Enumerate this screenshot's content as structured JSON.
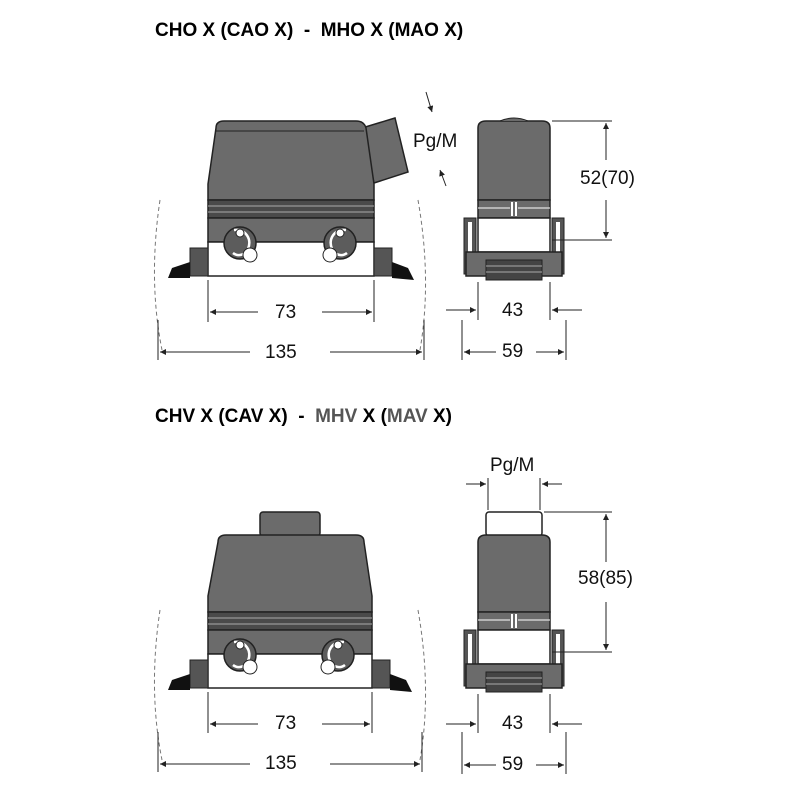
{
  "top_drawing": {
    "title": "CHO X (CAO X)  -  MHO X (MAO X)",
    "dims": {
      "width_inner": "73",
      "width_total": "135",
      "side_inner": "43",
      "side_total": "59",
      "height": "52(70)",
      "thread": "Pg/M"
    }
  },
  "bottom_drawing": {
    "title_prefix": "CHV X (CAV X)  -  ",
    "title_mhv": "MHV",
    "title_mid": " X (",
    "title_mav": "MAV",
    "title_suffix": " X)",
    "dims": {
      "width_inner": "73",
      "width_total": "135",
      "side_inner": "43",
      "side_total": "59",
      "height": "58(85)",
      "thread": "Pg/M"
    }
  },
  "colors": {
    "housing_fill": "#6b6b6b",
    "housing_dark": "#3a3a3a",
    "title_grey": "#444444"
  }
}
